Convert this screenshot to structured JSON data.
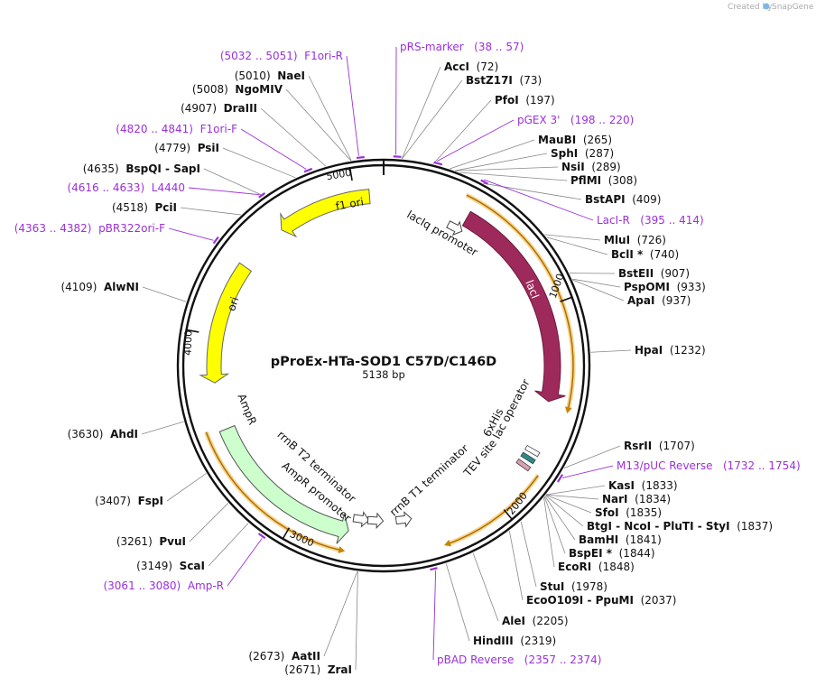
{
  "plasmid": {
    "name": "pProEx-HTa-SOD1 C57D/C146D",
    "length_label": "5138 bp",
    "length": 5138
  },
  "watermark": {
    "prefix": "Created by",
    "brand": "SnapGene"
  },
  "colors": {
    "lacI": "#9e2a5c",
    "ori": "#ffff00",
    "ampR": "#ccffcc",
    "primer": "#9b30d9",
    "orf": "#f0a000",
    "tag": "#2a8a8a"
  },
  "ticks": [
    "1000",
    "2000",
    "3000",
    "4000",
    "5000"
  ],
  "sites": [
    {
      "pos": 72,
      "name": "AccI",
      "label": "(72)"
    },
    {
      "pos": 73,
      "name": "BstZ17I",
      "label": "(73)"
    },
    {
      "pos": 197,
      "name": "PfoI",
      "label": "(197)"
    },
    {
      "pos": 265,
      "name": "MauBI",
      "label": "(265)"
    },
    {
      "pos": 287,
      "name": "SphI",
      "label": "(287)"
    },
    {
      "pos": 289,
      "name": "NsiI",
      "label": "(289)"
    },
    {
      "pos": 308,
      "name": "PflMI",
      "label": "(308)"
    },
    {
      "pos": 409,
      "name": "BstAPI",
      "label": "(409)"
    },
    {
      "pos": 726,
      "name": "MluI",
      "label": "(726)"
    },
    {
      "pos": 740,
      "name": "BclI *",
      "label": "(740)"
    },
    {
      "pos": 907,
      "name": "BstEII",
      "label": "(907)"
    },
    {
      "pos": 933,
      "name": "PspOMI",
      "label": "(933)"
    },
    {
      "pos": 937,
      "name": "ApaI",
      "label": "(937)"
    },
    {
      "pos": 1232,
      "name": "HpaI",
      "label": "(1232)"
    },
    {
      "pos": 1707,
      "name": "RsrII",
      "label": "(1707)"
    },
    {
      "pos": 1833,
      "name": "KasI",
      "label": "(1833)"
    },
    {
      "pos": 1834,
      "name": "NarI",
      "label": "(1834)"
    },
    {
      "pos": 1835,
      "name": "SfoI",
      "label": "(1835)"
    },
    {
      "pos": 1837,
      "name": "BtgI - NcoI - PluTI - StyI",
      "label": "(1837)"
    },
    {
      "pos": 1841,
      "name": "BamHI",
      "label": "(1841)"
    },
    {
      "pos": 1844,
      "name": "BspEI *",
      "label": "(1844)"
    },
    {
      "pos": 1848,
      "name": "EcoRI",
      "label": "(1848)"
    },
    {
      "pos": 1978,
      "name": "StuI",
      "label": "(1978)"
    },
    {
      "pos": 2037,
      "name": "EcoO109I - PpuMI",
      "label": "(2037)"
    },
    {
      "pos": 2205,
      "name": "AleI",
      "label": "(2205)"
    },
    {
      "pos": 2319,
      "name": "HindIII",
      "label": "(2319)"
    },
    {
      "pos": 2671,
      "name": "ZraI",
      "label": "(2671)"
    },
    {
      "pos": 2673,
      "name": "AatII",
      "label": "(2673)"
    },
    {
      "pos": 3149,
      "name": "ScaI",
      "label": "(3149)"
    },
    {
      "pos": 3261,
      "name": "PvuI",
      "label": "(3261)"
    },
    {
      "pos": 3407,
      "name": "FspI",
      "label": "(3407)"
    },
    {
      "pos": 3630,
      "name": "AhdI",
      "label": "(3630)"
    },
    {
      "pos": 4109,
      "name": "AlwNI",
      "label": "(4109)"
    },
    {
      "pos": 4518,
      "name": "PciI",
      "label": "(4518)"
    },
    {
      "pos": 4635,
      "name": "BspQI - SapI",
      "label": "(4635)"
    },
    {
      "pos": 4779,
      "name": "PsiI",
      "label": "(4779)"
    },
    {
      "pos": 4907,
      "name": "DraIII",
      "label": "(4907)"
    },
    {
      "pos": 5008,
      "name": "NgoMIV",
      "label": "(5008)"
    },
    {
      "pos": 5010,
      "name": "NaeI",
      "label": "(5010)"
    }
  ],
  "primers": [
    {
      "start": 38,
      "end": 57,
      "name": "pRS-marker",
      "range": "(38 .. 57)"
    },
    {
      "start": 198,
      "end": 220,
      "name": "pGEX 3'",
      "range": "(198 .. 220)"
    },
    {
      "start": 395,
      "end": 414,
      "name": "LacI-R",
      "range": "(395 .. 414)"
    },
    {
      "start": 1732,
      "end": 1754,
      "name": "M13/pUC Reverse",
      "range": "(1732 .. 1754)"
    },
    {
      "start": 2357,
      "end": 2374,
      "name": "pBAD Reverse",
      "range": "(2357 .. 2374)"
    },
    {
      "start": 3061,
      "end": 3080,
      "name": "Amp-R",
      "range": "(3061 .. 3080)"
    },
    {
      "start": 4363,
      "end": 4382,
      "name": "pBR322ori-F",
      "range": "(4363 .. 4382)"
    },
    {
      "start": 4616,
      "end": 4633,
      "name": "L4440",
      "range": "(4616 .. 4633)"
    },
    {
      "start": 4820,
      "end": 4841,
      "name": "F1ori-F",
      "range": "(4820 .. 4841)"
    },
    {
      "start": 5032,
      "end": 5051,
      "name": "F1ori-R",
      "range": "(5032 .. 5051)"
    }
  ],
  "features": [
    {
      "name": "lacI",
      "start": 420,
      "end": 1460,
      "dir": 1,
      "type": "orf-big"
    },
    {
      "name": "f1 ori",
      "start": 4610,
      "end": 5070,
      "dir": -1,
      "type": "ori"
    },
    {
      "name": "ori",
      "start": 3770,
      "end": 4360,
      "dir": -1,
      "type": "ori"
    },
    {
      "name": "AmpR",
      "start": 2740,
      "end": 3540,
      "dir": -1,
      "type": "amp"
    },
    {
      "name": "AmpR promoter",
      "start": 2640,
      "end": 2740,
      "dir": -1,
      "type": "promoter"
    },
    {
      "name": "rrnB T2 terminator",
      "start": 2600,
      "end": 2628,
      "dir": -1,
      "type": "terminator"
    },
    {
      "name": "rrnB T1 terminator",
      "start": 2430,
      "end": 2500,
      "dir": -1,
      "type": "terminator"
    },
    {
      "name": "lacIq promoter",
      "start": 360,
      "end": 418,
      "dir": 1,
      "type": "promoter"
    },
    {
      "name": "6xHis",
      "start": 1740,
      "end": 1760,
      "dir": 1,
      "type": "tag"
    },
    {
      "name": "lac operator",
      "start": 1700,
      "end": 1722,
      "dir": 1,
      "type": "tag-plain"
    },
    {
      "name": "TEV site",
      "start": 1780,
      "end": 1800,
      "dir": 1,
      "type": "tev"
    }
  ],
  "orf_arcs": [
    {
      "start": 370,
      "end": 1470
    },
    {
      "start": 1790,
      "end": 2280
    },
    {
      "start": 2760,
      "end": 3560
    }
  ]
}
